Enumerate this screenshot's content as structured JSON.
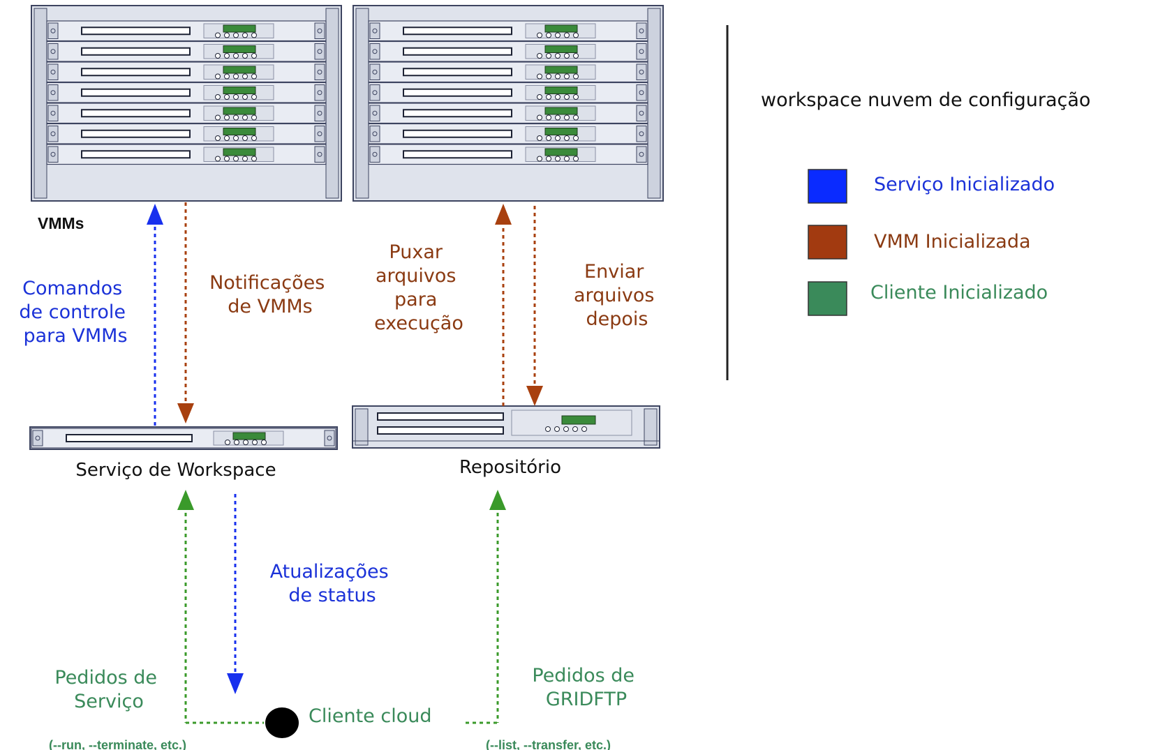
{
  "labels": {
    "vmms": "VMMs",
    "commands": [
      "Comandos",
      "de controle",
      "para VMMs"
    ],
    "notifications": [
      "Notificações",
      "de VMMs"
    ],
    "pull_files": [
      "Puxar",
      "arquivos",
      "para",
      "execução"
    ],
    "send_files": [
      "Enviar",
      "arquivos",
      "depois"
    ],
    "workspace_service": "Serviço de Workspace",
    "repository": "Repositório",
    "status_updates": [
      "Atualizações",
      "de status"
    ],
    "service_requests": [
      "Pedidos de",
      "Serviço"
    ],
    "gridftp_requests": [
      "Pedidos de",
      "GRIDFTP"
    ],
    "cloud_client": "Cliente cloud",
    "run_options": "(--run, --terminate, etc.)",
    "list_options": "(--list, --transfer, etc.)"
  },
  "legend": {
    "title": "workspace nuvem de configuração",
    "items": [
      {
        "label": "Serviço Inicializado",
        "color": "#0a2bff",
        "text_color": "#1b32d8"
      },
      {
        "label": "VMM Inicializada",
        "color": "#a23a10",
        "text_color": "#8a3a12"
      },
      {
        "label": "Cliente Inicializado",
        "color": "#3a8a5a",
        "text_color": "#3a8a5a"
      }
    ]
  },
  "colors": {
    "blue": "#1830ee",
    "brown": "#a8400f",
    "green": "#3a9a2a",
    "rack_fill": "#dfe3ec",
    "rack_stroke": "#3d4460",
    "display_green": "#3a8a3a"
  }
}
